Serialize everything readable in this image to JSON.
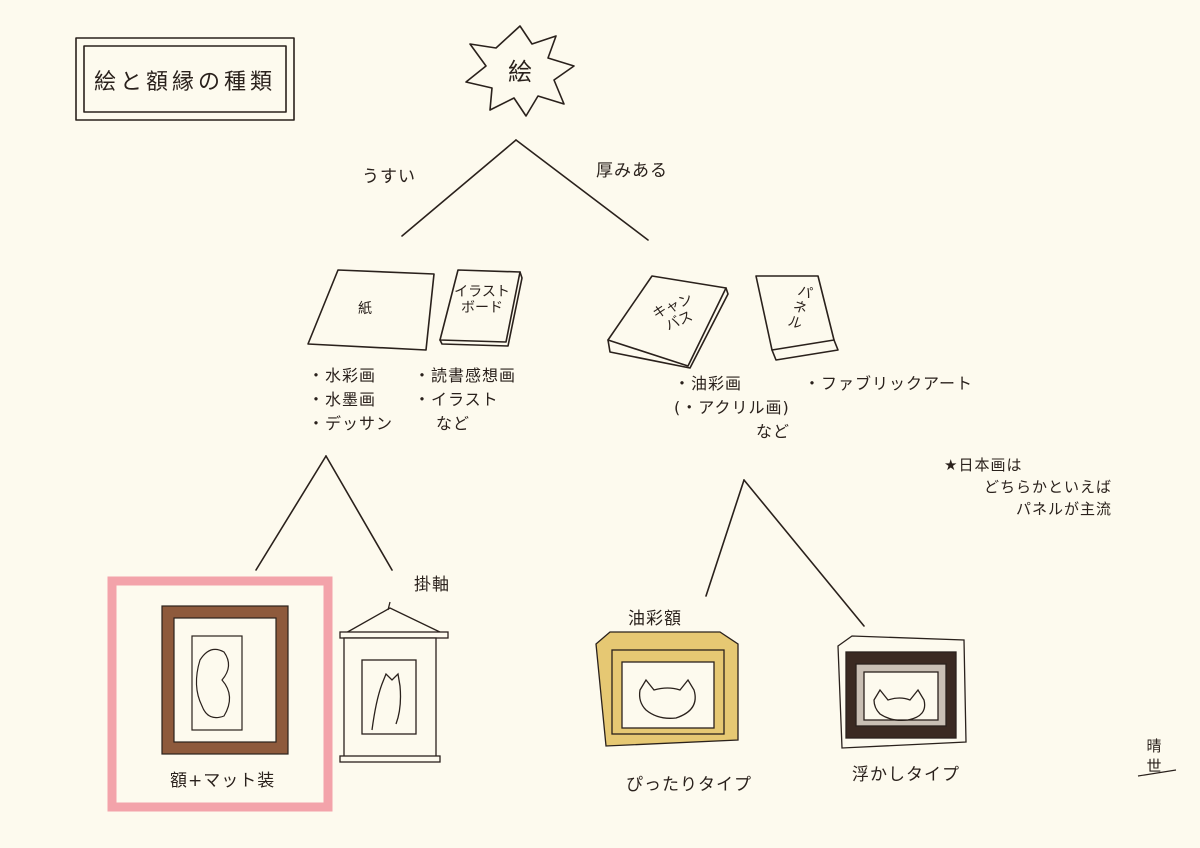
{
  "title": "絵と額縁の種類",
  "root": "絵",
  "branches": {
    "thin": "うすい",
    "thick": "厚みある"
  },
  "media": {
    "paper": "紙",
    "illust_board": [
      "イラスト",
      "ボード"
    ],
    "canvas": [
      "キャン",
      "バス"
    ],
    "panel": [
      "パ",
      "ネ",
      "ル"
    ]
  },
  "uses": {
    "paper": [
      "・水彩画",
      "・水墨画",
      "・デッサン"
    ],
    "board": [
      "・読書感想画",
      "・イラスト",
      "など"
    ],
    "canvas": [
      "・油彩画",
      "(・アクリル画)",
      "など"
    ],
    "panel": [
      "・ファブリックアート"
    ]
  },
  "note": [
    "★日本画は",
    "どちらかといえば",
    "パネルが主流"
  ],
  "frames": {
    "mat": "額+マット装",
    "scroll": "掛軸",
    "oil": "油彩額",
    "tight": "ぴったりタイプ",
    "floating": "浮かしタイプ"
  },
  "signature": "晴世",
  "colors": {
    "ink": "#2a211c",
    "highlight": "#f3a3aa",
    "brown_frame": "#8e5a3c",
    "gold_frame": "#e6c873",
    "background": "#fdfaee"
  }
}
